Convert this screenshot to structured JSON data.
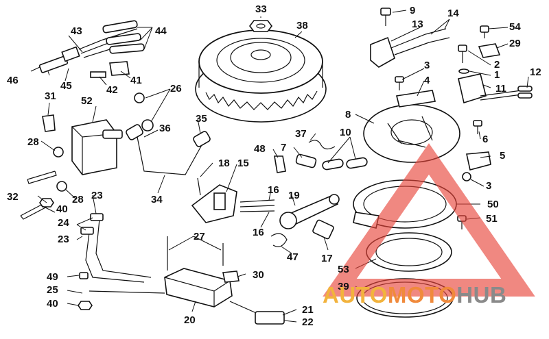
{
  "callouts": [
    {
      "id": "c1",
      "label": "1"
    },
    {
      "id": "c2",
      "label": "2"
    },
    {
      "id": "c3a",
      "label": "3"
    },
    {
      "id": "c3b",
      "label": "3"
    },
    {
      "id": "c4",
      "label": "4"
    },
    {
      "id": "c5",
      "label": "5"
    },
    {
      "id": "c6",
      "label": "6"
    },
    {
      "id": "c7",
      "label": "7"
    },
    {
      "id": "c8",
      "label": "8"
    },
    {
      "id": "c9",
      "label": "9"
    },
    {
      "id": "c10",
      "label": "10"
    },
    {
      "id": "c11",
      "label": "11"
    },
    {
      "id": "c12",
      "label": "12"
    },
    {
      "id": "c13",
      "label": "13"
    },
    {
      "id": "c14",
      "label": "14"
    },
    {
      "id": "c15",
      "label": "15"
    },
    {
      "id": "c16a",
      "label": "16"
    },
    {
      "id": "c16b",
      "label": "16"
    },
    {
      "id": "c17",
      "label": "17"
    },
    {
      "id": "c18",
      "label": "18"
    },
    {
      "id": "c19",
      "label": "19"
    },
    {
      "id": "c20",
      "label": "20"
    },
    {
      "id": "c21",
      "label": "21"
    },
    {
      "id": "c22",
      "label": "22"
    },
    {
      "id": "c23a",
      "label": "23"
    },
    {
      "id": "c23b",
      "label": "23"
    },
    {
      "id": "c24",
      "label": "24"
    },
    {
      "id": "c25",
      "label": "25"
    },
    {
      "id": "c26",
      "label": "26"
    },
    {
      "id": "c27",
      "label": "27"
    },
    {
      "id": "c28a",
      "label": "28"
    },
    {
      "id": "c28b",
      "label": "28"
    },
    {
      "id": "c29",
      "label": "29"
    },
    {
      "id": "c30",
      "label": "30"
    },
    {
      "id": "c31",
      "label": "31"
    },
    {
      "id": "c32",
      "label": "32"
    },
    {
      "id": "c33",
      "label": "33"
    },
    {
      "id": "c34",
      "label": "34"
    },
    {
      "id": "c35",
      "label": "35"
    },
    {
      "id": "c36",
      "label": "36"
    },
    {
      "id": "c37",
      "label": "37"
    },
    {
      "id": "c38",
      "label": "38"
    },
    {
      "id": "c39",
      "label": "39"
    },
    {
      "id": "c40a",
      "label": "40"
    },
    {
      "id": "c40b",
      "label": "40"
    },
    {
      "id": "c41",
      "label": "41"
    },
    {
      "id": "c42",
      "label": "42"
    },
    {
      "id": "c43",
      "label": "43"
    },
    {
      "id": "c44",
      "label": "44"
    },
    {
      "id": "c45",
      "label": "45"
    },
    {
      "id": "c46",
      "label": "46"
    },
    {
      "id": "c47",
      "label": "47"
    },
    {
      "id": "c48",
      "label": "48"
    },
    {
      "id": "c49",
      "label": "49"
    },
    {
      "id": "c50",
      "label": "50"
    },
    {
      "id": "c51",
      "label": "51"
    },
    {
      "id": "c52",
      "label": "52"
    },
    {
      "id": "c53",
      "label": "53"
    },
    {
      "id": "c54",
      "label": "54"
    }
  ],
  "watermark": {
    "part1": "AUTO",
    "part2": "MOTO",
    "part3": "HUB",
    "colors": {
      "triangle": "#e8443a",
      "auto": "#f2b33d",
      "moto": "#f08a3c",
      "hub": "#8a8a8a"
    }
  }
}
